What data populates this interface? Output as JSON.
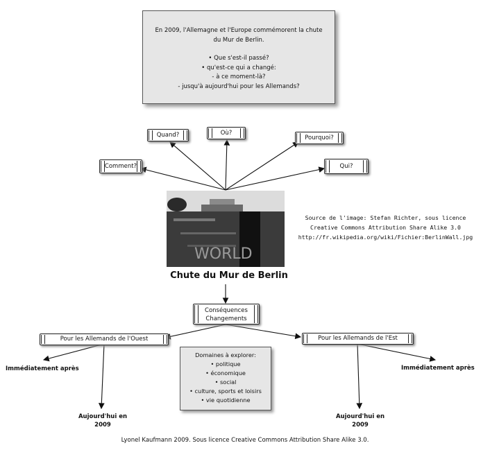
{
  "intro": {
    "line1": "En 2009, l'Allemagne et l'Europe commémorent la chute",
    "line2": "du Mur de Berlin.",
    "bullet1": "• Que s'est-il passé?",
    "bullet2": "• qu'est-ce qui a changé:",
    "bullet3": "- à ce moment-là?",
    "bullet4": "- jusqu'à aujourd'hui pour les Allemands?"
  },
  "questions": {
    "quand": "Quand?",
    "ou": "Où?",
    "pourquoi": "Pourquoi?",
    "comment": "Comment?",
    "qui": "Qui?"
  },
  "photo_text": "WORLD",
  "central_title": "Chute du Mur de Berlin",
  "source": {
    "line1": "Source de l'image: Stefan Richter, sous licence",
    "line2": "Creative Commons Attribution Share Alike 3.0",
    "line3": "http://fr.wikipedia.org/wiki/Fichier:BerlinWall.jpg"
  },
  "consequences": {
    "line1": "Conséquences",
    "line2": "Changements"
  },
  "ouest": "Pour les Allemands de l'Ouest",
  "est": "Pour les Allemands de l'Est",
  "domains": {
    "title": "Domaines à explorer:",
    "items": [
      "• politique",
      "• économique",
      "• social",
      "• culture, sports et loisirs",
      "• vie quotidienne"
    ]
  },
  "immediat_left": "Immédiatement après",
  "immediat_right": "Immédiatement après",
  "aujourdhui_left": {
    "line1": "Aujourd'hui en",
    "line2": "2009"
  },
  "aujourdhui_right": {
    "line1": "Aujourd'hui en",
    "line2": "2009"
  },
  "footer": "Lyonel Kaufmann 2009. Sous licence Creative Commons Attribution Share Alike 3.0."
}
